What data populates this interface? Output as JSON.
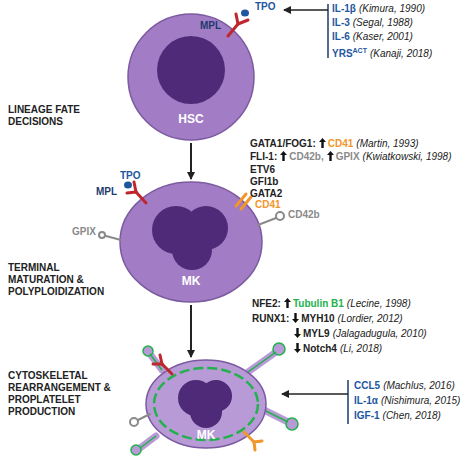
{
  "diagram": {
    "nodes": [
      {
        "text": [
          "HSC"
        ]
      },
      {
        "text": [
          "MK"
        ]
      },
      {
        "text": [
          "MK"
        ]
      }
    ],
    "edges": [
      {
        "from": 0,
        "to": 1,
        "arrow": "to"
      },
      {
        "from": 1,
        "to": 2,
        "arrow": "to"
      }
    ],
    "labels": [
      "TPO",
      "MPL",
      "IL-1β",
      "(Kimura, 1990)",
      "IL-3",
      "(Segal, 1988)",
      "IL-6",
      "(Kaser, 2001)",
      "YRS",
      "ACT",
      "(Kanaji, 2018)",
      "LINEAGE FATE DECISIONS",
      "GATA1/FOG1:",
      "CD41",
      "(Martin, 1993)",
      "FLI-1:",
      "CD42b,",
      "GPIX",
      "(Kwiatkowski, 1998)",
      "ETV6",
      "GFI1b",
      "GATA2",
      "TPO",
      "MPL",
      "CD41",
      "CD42b",
      "GPIX",
      "TERMINAL MATURATION & POLYPLOIDIZATION",
      "NFE2:",
      "Tubulin B1",
      "(Lecine, 1998)",
      "RUNX1:",
      "MYH10",
      "(Lordier, 2012)",
      "MYL9",
      "(Jalagadugula, 2010)",
      "Notch4",
      "(Li, 2018)",
      "CYTOSKELETAL REARRANGEMENT & PROPLATELET PRODUCTION",
      "CCL5",
      "(Machlus, 2016)",
      "IL-1α",
      "(Nishimura, 2015)",
      "IGF-1",
      "(Chen, 2018)"
    ]
  }
}
